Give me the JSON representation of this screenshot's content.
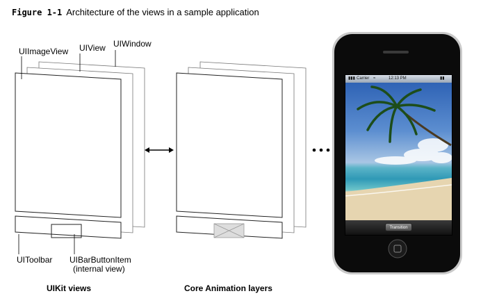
{
  "caption": {
    "figure": "Figure 1-1",
    "text": "Architecture of the views in a sample application"
  },
  "labels": {
    "uiimageview": "UIImageView",
    "uiview": "UIView",
    "uiwindow": "UIWindow",
    "uitoolbar": "UIToolbar",
    "uibarbuttonitem": "UIBarButtonItem",
    "internal_view": "(internal view)"
  },
  "groups": {
    "uikit": "UIKit views",
    "core_animation": "Core Animation layers"
  },
  "phone": {
    "carrier": "Carrier",
    "time": "12:13 PM",
    "button": "Transition"
  },
  "icons": {
    "arrow": "double-arrow-icon",
    "ellipsis": "ellipsis-icon",
    "placeholder": "image-placeholder-icon"
  }
}
